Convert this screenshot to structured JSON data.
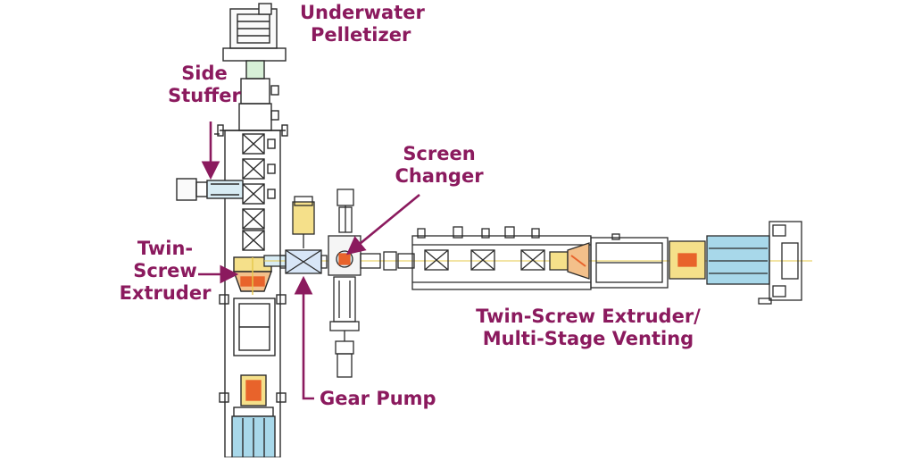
{
  "labels": {
    "underwater_pelletizer": [
      "Underwater",
      "Pelletizer"
    ],
    "side_stuffer": [
      "Side",
      "Stuffer"
    ],
    "screen_changer": [
      "Screen",
      "Changer"
    ],
    "twin_screw_extruder": [
      "Twin-",
      "Screw",
      "Extruder"
    ],
    "twin_screw_extruder_venting": [
      "Twin-Screw Extruder/",
      "Multi-Stage Venting"
    ],
    "gear_pump": "Gear Pump"
  },
  "colors": {
    "label": "#8b1a5e",
    "line": "#2b2b2b",
    "blue_fill": "#a8d8ea",
    "orange": "#e8632b",
    "yellow": "#f5e08a",
    "guide_yellow": "#e6c84a"
  }
}
